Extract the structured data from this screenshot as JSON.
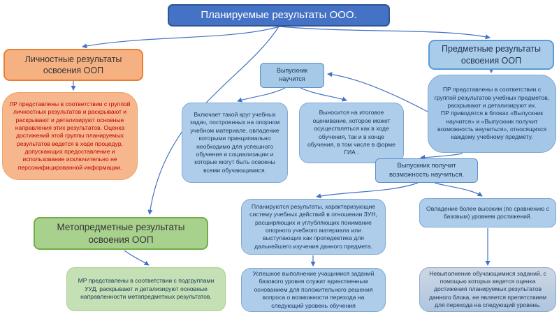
{
  "title": "Планируемые результаты ООО.",
  "colors": {
    "connector": "#4472C4",
    "title_fill": "#4472C4",
    "personal_fill": "#F6B183",
    "personal_border": "#ED7D31",
    "subject_fill": "#A8CCEA",
    "meta_fill": "#A9D18E",
    "desc_blue_fill": "#AECDEB",
    "red_text": "#C00000"
  },
  "nodes": {
    "personal_header": "Личностные результаты освоения ООП",
    "personal_desc": "ЛР представлены в соответствии с группой личностных результатов и раскрывают и раскрывают и детализируют основные направления этих результатов. Оценка достижений этой группы планируемых результатов ведется в ходе процедур, допускающих предоставление и использование исключительно не персонифицированной информации.",
    "subject_header": "Предметные результаты освоения ООП",
    "subject_desc": "ПР представлены в соответствии с группой результатов учебных предметов, раскрывают и детализируют их.\nПР приводятся в блоках «Выпускник научится» и «Выпускник получит возможность научиться», относящихся каждому учебному предмету.",
    "graduate_learn": "Выпускник научится",
    "includes_desc": "Включает такой круг учебных задач, построенных на опорном учебном материале, овладение которыми принципиально необходимо для успешного обучения и социализации и которые могут быть освоены всеми обучающимися.",
    "final_assessment_desc": "Выносится на итоговое оценивание, которое может осуществляться как в ходе обучения, так и в конце обучения, в том числе в форме ГИА .",
    "graduate_opportunity": "Выпускник получит возможность научиться.",
    "planned_desc": "Планируются результаты, характеризующие систему учебных действий в отношении ЗУН, расширяющих и углубляющих понимание опорного учебного материала или выступающих как пропедевтика для дальнейшего изучения данного предмета.",
    "success_desc": "Успешное выполнение учащимися заданий базового уровня служит единственным основанием для положительного решения вопроса о возможности перехода на следующий уровень обучения",
    "mastery_desc": "Овладение более высоким (по сравнению с базовым) уровнем достижений.",
    "failure_desc": "Невыполнение обучающимися заданий, с помощью которых ведется оценка достижения планируемых результатов данного блока, не является препятствием для перехода на следующий уровень.",
    "meta_header": "Метопредметные результаты освоения ООП",
    "meta_desc": "МР представлены в соответствии с подгруппами УУД, раскрывают и детализируют основные направленности метапредметных результатов."
  }
}
